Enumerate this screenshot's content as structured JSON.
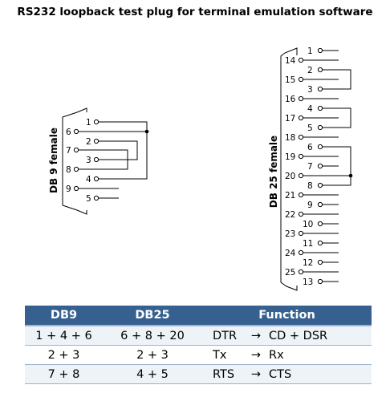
{
  "title": "RS232 loopback test plug for terminal emulation software",
  "db9": {
    "label": "DB 9 female",
    "pins": [
      "1",
      "2",
      "3",
      "4",
      "5",
      "6",
      "7",
      "8",
      "9"
    ]
  },
  "db25": {
    "label": "DB 25 female",
    "pins": [
      "1",
      "2",
      "3",
      "4",
      "5",
      "6",
      "7",
      "8",
      "9",
      "10",
      "11",
      "12",
      "13",
      "14",
      "15",
      "16",
      "17",
      "18",
      "19",
      "20",
      "21",
      "22",
      "23",
      "24",
      "25"
    ]
  },
  "table": {
    "headers": {
      "db9": "DB9",
      "db25": "DB25",
      "function": "Function"
    },
    "rows": [
      {
        "db9": "1 + 4 + 6",
        "db25": "6 + 8 + 20",
        "from": "DTR",
        "arrow": "→",
        "to": "CD + DSR"
      },
      {
        "db9": "2 + 3",
        "db25": "2 + 3",
        "from": "Tx",
        "arrow": "→",
        "to": "Rx"
      },
      {
        "db9": "7 + 8",
        "db25": "4 + 5",
        "from": "RTS",
        "arrow": "→",
        "to": "CTS"
      }
    ]
  }
}
